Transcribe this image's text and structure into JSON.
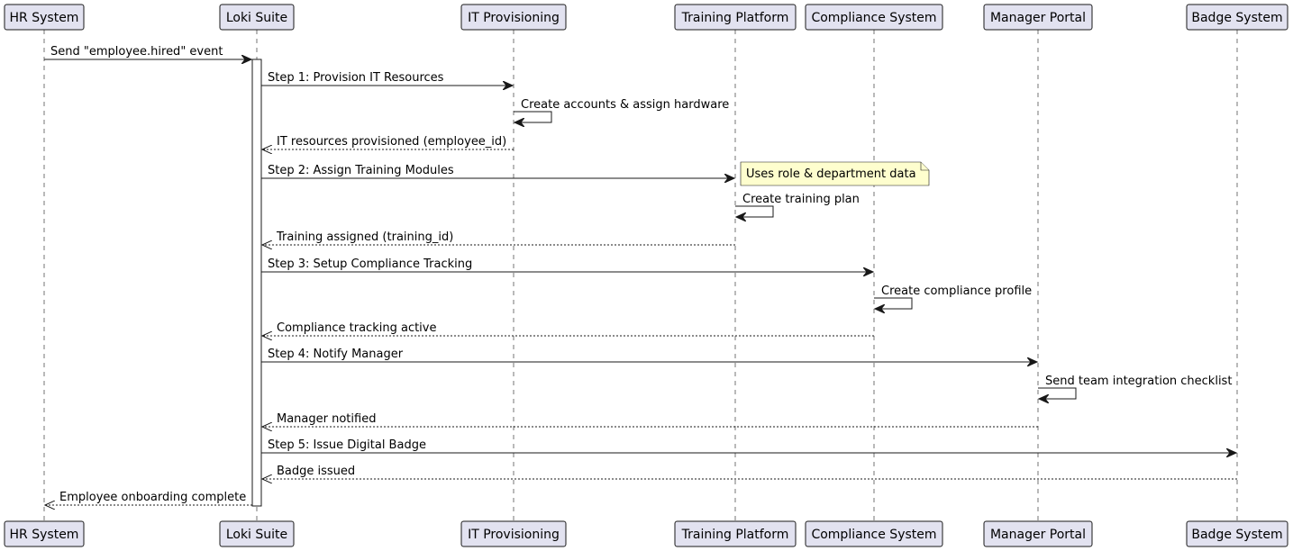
{
  "participants": [
    {
      "id": "hr",
      "label": "HR System"
    },
    {
      "id": "loki",
      "label": "Loki Suite"
    },
    {
      "id": "it",
      "label": "IT Provisioning"
    },
    {
      "id": "train",
      "label": "Training Platform"
    },
    {
      "id": "comp",
      "label": "Compliance System"
    },
    {
      "id": "mgr",
      "label": "Manager Portal"
    },
    {
      "id": "badge",
      "label": "Badge System"
    }
  ],
  "messages": [
    {
      "from": "hr",
      "to": "loki",
      "label": "Send \"employee.hired\" event",
      "kind": "sync"
    },
    {
      "from": "loki",
      "to": "it",
      "label": "Step 1: Provision IT Resources",
      "kind": "sync"
    },
    {
      "from": "it",
      "to": "it",
      "label": "Create accounts & assign hardware",
      "kind": "self"
    },
    {
      "from": "it",
      "to": "loki",
      "label": "IT resources provisioned (employee_id)",
      "kind": "reply"
    },
    {
      "from": "loki",
      "to": "train",
      "label": "Step 2: Assign Training Modules",
      "kind": "sync"
    },
    {
      "from": "train",
      "to": "train",
      "label": "Create training plan",
      "kind": "self"
    },
    {
      "from": "train",
      "to": "loki",
      "label": "Training assigned (training_id)",
      "kind": "reply"
    },
    {
      "from": "loki",
      "to": "comp",
      "label": "Step 3: Setup Compliance Tracking",
      "kind": "sync"
    },
    {
      "from": "comp",
      "to": "comp",
      "label": "Create compliance profile",
      "kind": "self"
    },
    {
      "from": "comp",
      "to": "loki",
      "label": "Compliance tracking active",
      "kind": "reply"
    },
    {
      "from": "loki",
      "to": "mgr",
      "label": "Step 4: Notify Manager",
      "kind": "sync"
    },
    {
      "from": "mgr",
      "to": "mgr",
      "label": "Send team integration checklist",
      "kind": "self"
    },
    {
      "from": "mgr",
      "to": "loki",
      "label": "Manager notified",
      "kind": "reply"
    },
    {
      "from": "loki",
      "to": "badge",
      "label": "Step 5: Issue Digital Badge",
      "kind": "sync"
    },
    {
      "from": "badge",
      "to": "loki",
      "label": "Badge issued",
      "kind": "reply"
    },
    {
      "from": "loki",
      "to": "hr",
      "label": "Employee onboarding complete",
      "kind": "reply"
    }
  ],
  "notes": [
    {
      "attached_to_message": 4,
      "over": "train",
      "text": "Uses role & department data"
    }
  ],
  "activations": [
    {
      "participant": "loki",
      "from_message": 0,
      "to_message": 15
    }
  ]
}
